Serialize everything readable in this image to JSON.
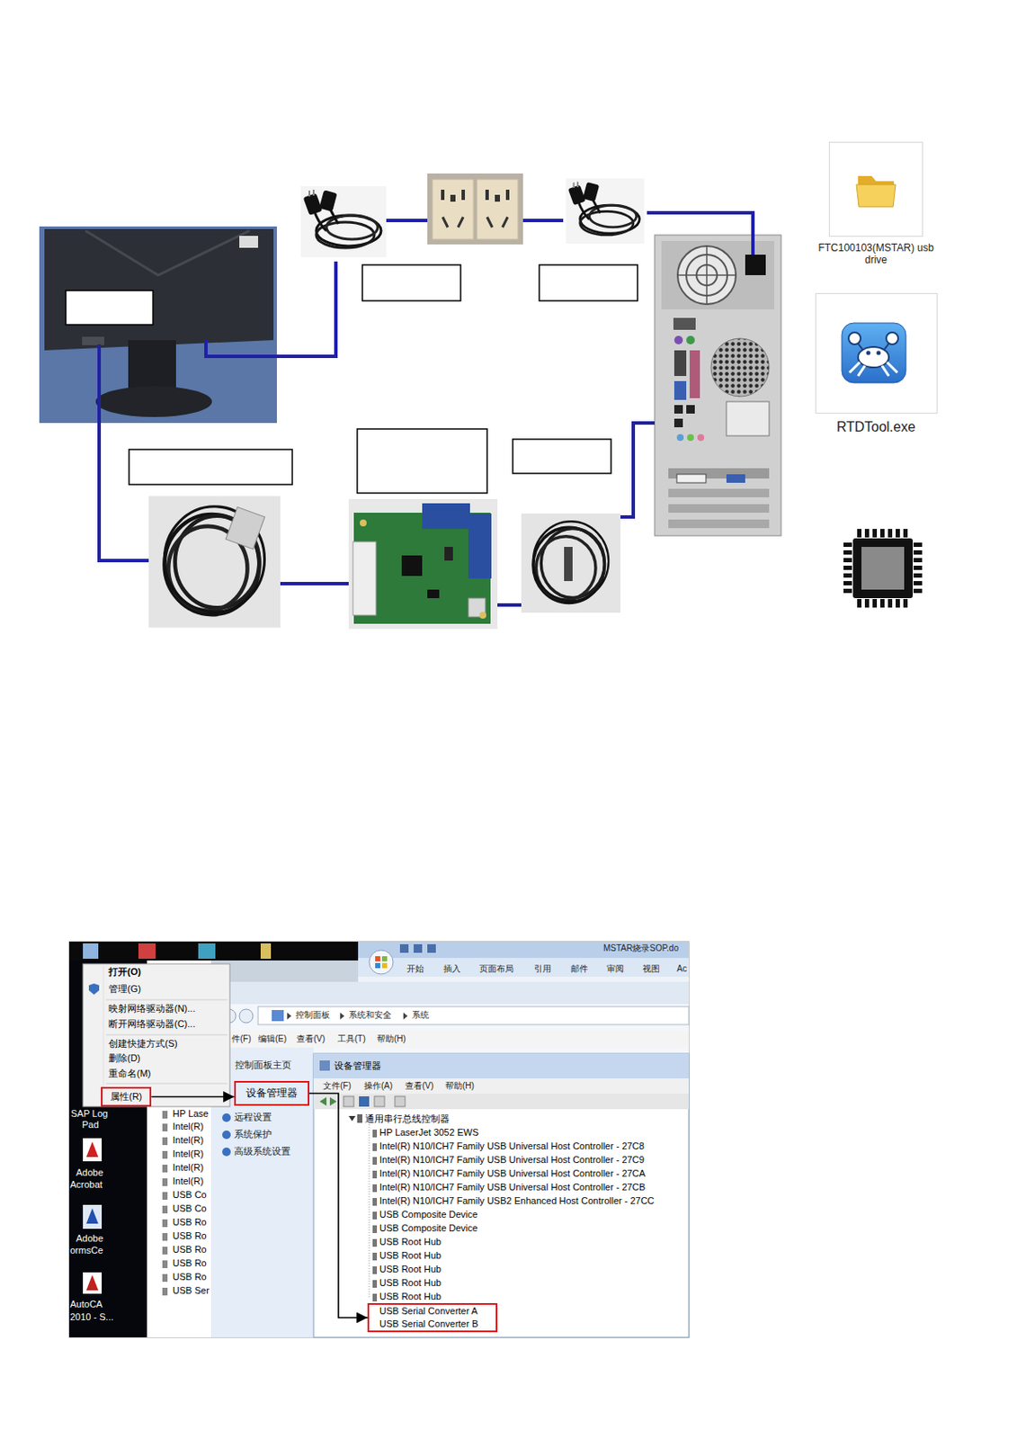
{
  "diagram": {
    "nodes": [
      {
        "text": [
          "FTC100103(MSTAR) usb drive"
        ]
      },
      {
        "text": [
          "RTDTool.exe"
        ]
      },
      {
        "text": [
          "属性(R)"
        ]
      },
      {
        "text": [
          "设备管理器"
        ]
      },
      {
        "text": [
          "USB Serial Converter A",
          "USB Serial Converter B"
        ]
      }
    ],
    "edges": [
      {
        "from": 2,
        "to": 3,
        "arrow": "to"
      },
      {
        "from": 3,
        "to": 4,
        "arrow": "to"
      }
    ],
    "labels": [
      "打开(O)",
      "管理(G)",
      "映射网络驱动器(N)...",
      "断开网络驱动器(C)...",
      "创建快捷方式(S)",
      "删除(D)",
      "重命名(M)",
      "SAP Log",
      "Pad",
      "Adobe",
      "Acrobat",
      "Adobe",
      "ormsCe",
      "AutoCA",
      "2010 - S...",
      "HP Lase",
      "Intel(R)",
      "Intel(R)",
      "Intel(R)",
      "Intel(R)",
      "Intel(R)",
      "USB Co",
      "USB Co",
      "USB Ro",
      "USB Ro",
      "USB Ro",
      "USB Ro",
      "USB Ro",
      "USB Ser",
      "MSTAR烧录SOP.do",
      "开始",
      "插入",
      "页面布局",
      "引用",
      "邮件",
      "审阅",
      "视图",
      "Ac",
      "控制面板",
      "系统和安全",
      "系统",
      "件(F)",
      "编辑(E)",
      "查看(V)",
      "工具(T)",
      "帮助(H)",
      "控制面板主页",
      "远程设置",
      "系统保护",
      "高级系统设置",
      "设备管理器",
      "文件(F)",
      "操作(A)",
      "查看(V)",
      "帮助(H)",
      "通用串行总线控制器",
      "HP LaserJet 3052 EWS",
      "Intel(R) N10/ICH7 Family USB Universal Host Controller - 27C8",
      "Intel(R) N10/ICH7 Family USB Universal Host Controller - 27C9",
      "Intel(R) N10/ICH7 Family USB Universal Host Controller - 27CA",
      "Intel(R) N10/ICH7 Family USB Universal Host Controller - 27CB",
      "Intel(R) N10/ICH7 Family USB2 Enhanced Host Controller - 27CC",
      "USB Composite Device",
      "USB Composite Device",
      "USB Root Hub",
      "USB Root Hub",
      "USB Root Hub",
      "USB Root Hub",
      "USB Root Hub"
    ]
  }
}
